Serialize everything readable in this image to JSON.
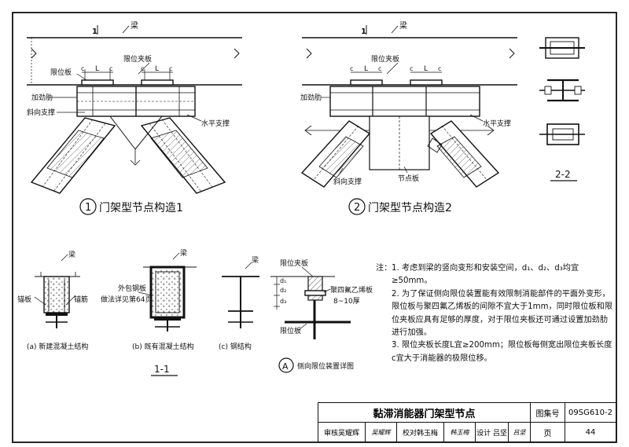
{
  "node1": {
    "beam": "梁",
    "axis": "1",
    "stop_plate": "限位板",
    "clamp_plate": "限位夹板",
    "c": "c",
    "L": "L",
    "stiffener": "加劲肋",
    "brace": "斜向支撑",
    "h_brace": "水平支撑",
    "caption_num": "1",
    "caption": "门架型节点构造1"
  },
  "node2": {
    "beam": "梁",
    "axis": "1",
    "clamp_plate": "限位夹板",
    "c": "c",
    "L": "L",
    "stiffener": "加劲肋",
    "h_brace": "水平支撑",
    "brace": "斜向支撑",
    "gusset": "节点板",
    "caption_num": "2",
    "caption": "门架型节点构造2"
  },
  "section22": {
    "label": "2-2"
  },
  "section11": {
    "beam": "梁",
    "anchor_left": "锚板",
    "anchor_right": "锚筋",
    "steel_wrap_1": "外包钢板",
    "steel_wrap_2": "做法详见第64页",
    "a": "(a) 新建混凝土结构",
    "b": "(b) 既有混凝土结构",
    "c": "(c) 钢结构",
    "label": "1-1"
  },
  "detailA": {
    "clamp_plate": "限位夹板",
    "d1": "d₁",
    "d2": "d₂",
    "d3": "d₃",
    "ptfe": "聚四氟乙烯板",
    "thickness": "8~10厚",
    "stop_plate": "限位板",
    "badge": "A",
    "caption": "侧向限位装置详图"
  },
  "notes": {
    "lead": "注：",
    "items": [
      "1. 考虑到梁的竖向变形和安装空间，d₁、d₂、d₃均宜≥50mm。",
      "2. 为了保证侧向限位装置能有效限制消能部件的平面外变形，限位板与聚四氟乙烯板的间隙不宜大于1mm，同时限位板和限位夹板应具有足够的厚度，对于限位夹板还可通过设置加劲肋进行加强。",
      "3. 限位夹板长度L宜≥200mm；限位板每侧宽出限位夹板长度c宜大于消能器的极限位移。"
    ]
  },
  "title_block": {
    "title": "黏滞消能器门架型节点",
    "atlas_label": "图集号",
    "atlas_no": "09SG610-2",
    "review": "审核吴耀辉",
    "review_sign": "吴耀辉",
    "check": "校对韩玉梅",
    "check_sign": "韩玉梅",
    "design": "设计 吕坚",
    "design_sign": "吕坚",
    "page_label": "页",
    "page_no": "44"
  }
}
